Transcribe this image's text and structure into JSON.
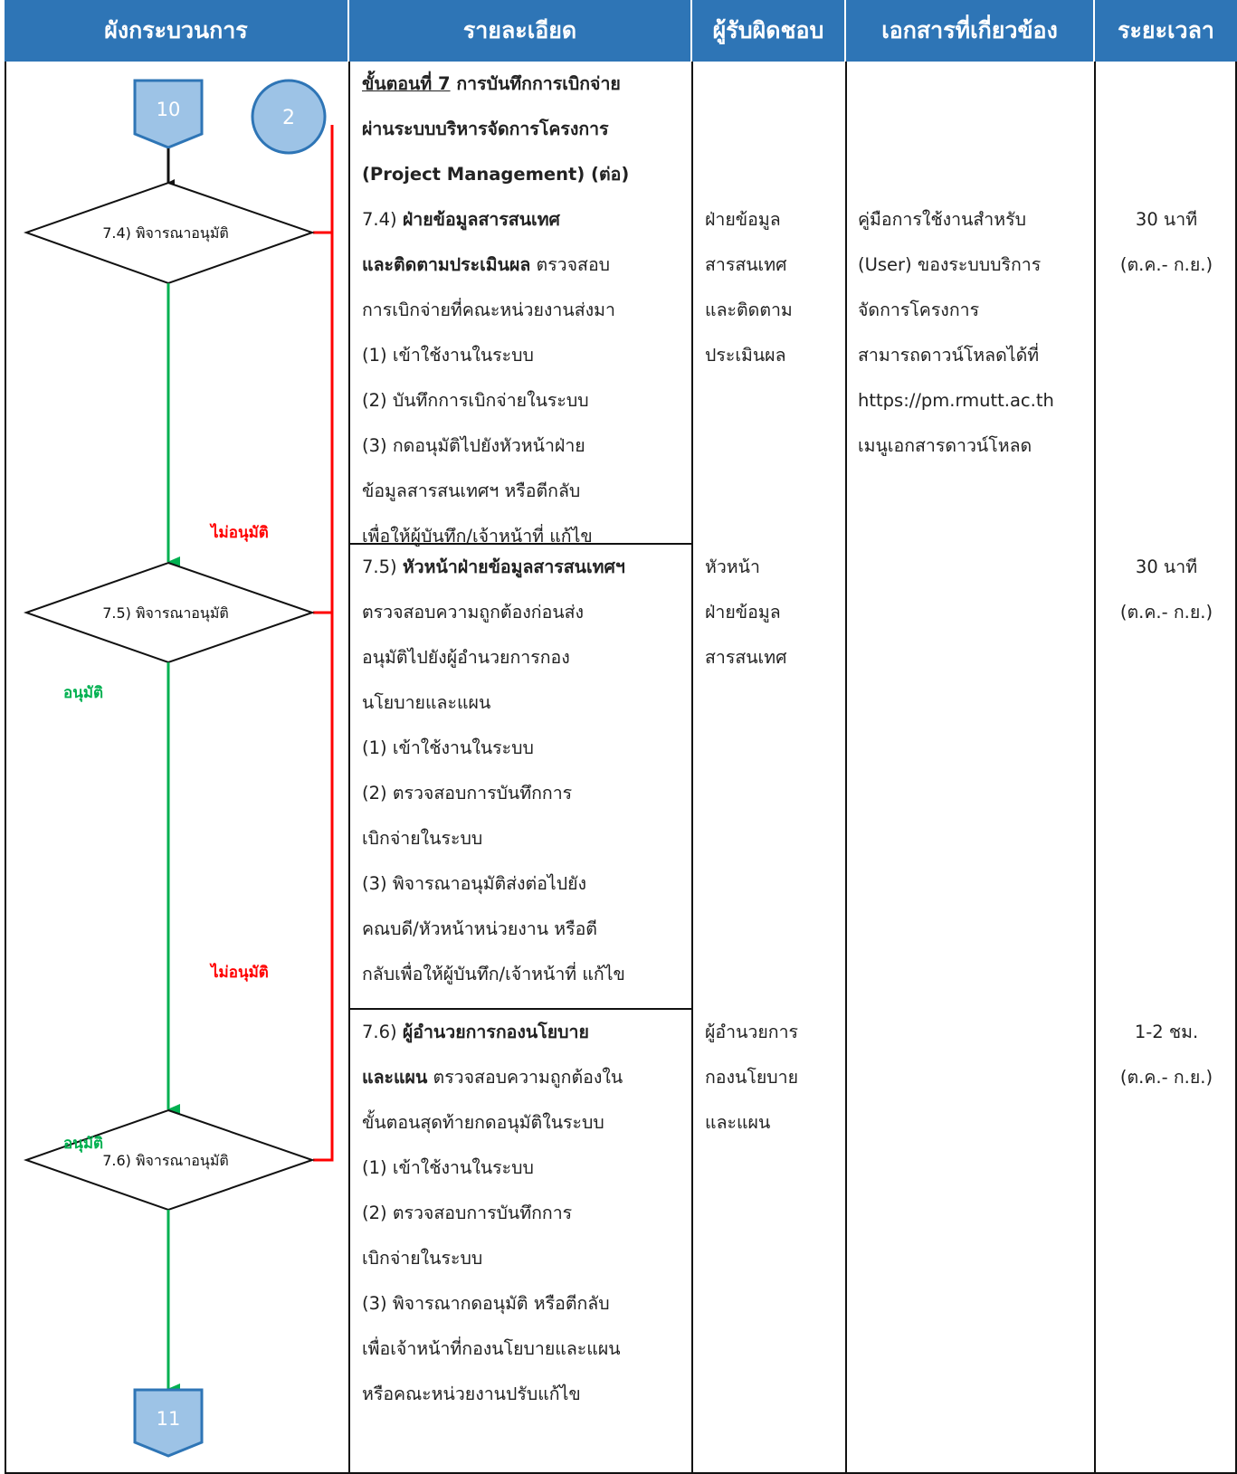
{
  "headers": {
    "flow": "ผังกระบวนการ",
    "detail": "รายละเอียด",
    "responsible": "ผู้รับผิดชอบ",
    "documents": "เอกสารที่เกี่ยวข้อง",
    "duration": "ระยะเวลา"
  },
  "flowchart": {
    "connector_in": "10",
    "connector_loop": "2",
    "connector_out": "11",
    "decision_1": "7.4) พิจารณาอนุมัติ",
    "decision_2": "7.5) พิจารณาอนุมัติ",
    "decision_3": "7.6) พิจารณาอนุมัติ",
    "reject_label": "ไม่อนุมัติ",
    "approve_label": "อนุมัติ"
  },
  "colors": {
    "header": "#2e75b6",
    "connector": "#9dc3e6",
    "reject_line": "#ff0000",
    "approve_line": "#00b050"
  },
  "step": {
    "title_underlined": "ขั้นตอนที่ 7",
    "title_rest": " การบันทึกการเบิกจ่าย",
    "title_line2": "ผ่านระบบบริหารจัดการโครงการ",
    "title_line3": "(Project Management) (ต่อ)"
  },
  "rows": [
    {
      "detail_prefix": "7.4) ",
      "detail_bold1": "ฝ่ายข้อมูลสารสนเทศ",
      "detail_bold2": "และติดตามประเมินผล",
      "detail_after2": " ตรวจสอบ",
      "lines": [
        "การเบิกจ่ายที่คณะหน่วยงานส่งมา",
        " (1) เข้าใช้งานในระบบ",
        " (2) บันทึกการเบิกจ่ายในระบบ",
        " (3) กดอนุมัติไปยังหัวหน้าฝ่าย",
        "ข้อมูลสารสนเทศฯ หรือตีกลับ",
        "เพื่อให้ผู้บันทึก/เจ้าหน้าที่ แก้ไข"
      ],
      "responsible": [
        "ฝ่ายข้อมูล",
        "สารสนเทศ",
        "และติดตาม",
        "ประเมินผล"
      ],
      "documents": [
        "คู่มือการใช้งานสำหรับ",
        "(User) ของระบบบริการ",
        "จัดการโครงการ",
        "สามารถดาวน์โหลดได้ที่",
        "https://pm.rmutt.ac.th",
        "เมนูเอกสารดาวน์โหลด"
      ],
      "duration": [
        "30 นาที",
        "(ต.ค.- ก.ย.)"
      ]
    },
    {
      "detail_prefix": "7.5) ",
      "detail_bold1": "หัวหน้าฝ่ายข้อมูลสารสนเทศฯ",
      "lines": [
        "ตรวจสอบความถูกต้องก่อนส่ง",
        "อนุมัติไปยังผู้อำนวยการกอง",
        "นโยบายและแผน",
        " (1) เข้าใช้งานในระบบ",
        " (2) ตรวจสอบการบันทึกการ",
        "เบิกจ่ายในระบบ",
        " (3) พิจารณาอนุมัติส่งต่อไปยัง",
        "คณบดี/หัวหน้าหน่วยงาน หรือตี",
        "กลับเพื่อให้ผู้บันทึก/เจ้าหน้าที่ แก้ไข"
      ],
      "responsible": [
        "หัวหน้า",
        "ฝ่ายข้อมูล",
        "สารสนเทศ"
      ],
      "duration": [
        "30 นาที",
        "(ต.ค.- ก.ย.)"
      ]
    },
    {
      "detail_prefix": "7.6) ",
      "detail_bold1": "ผู้อำนวยการกองนโยบาย",
      "detail_bold2": "และแผน",
      "detail_after2": " ตรวจสอบความถูกต้องใน",
      "lines": [
        "ขั้นตอนสุดท้ายกดอนุมัติในระบบ",
        " (1) เข้าใช้งานในระบบ",
        " (2) ตรวจสอบการบันทึกการ",
        "เบิกจ่ายในระบบ",
        " (3) พิจารณากดอนุมัติ หรือตีกลับ",
        "เพื่อเจ้าหน้าที่กองนโยบายและแผน",
        "หรือคณะหน่วยงานปรับแก้ไข"
      ],
      "responsible": [
        "ผู้อำนวยการ",
        "กองนโยบาย",
        "และแผน"
      ],
      "duration": [
        "1-2 ชม.",
        "(ต.ค.- ก.ย.)"
      ]
    }
  ]
}
